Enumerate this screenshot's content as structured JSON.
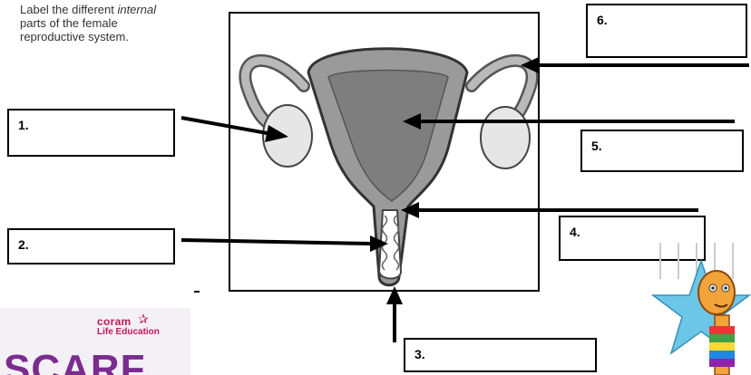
{
  "instructions": {
    "line1_prefix": "Label the different ",
    "line1_emphasis": "internal",
    "line2": "parts of the female",
    "line3": "reproductive system."
  },
  "labels": [
    {
      "id": "1",
      "text": "1."
    },
    {
      "id": "2",
      "text": "2."
    },
    {
      "id": "3",
      "text": "3."
    },
    {
      "id": "4",
      "text": "4."
    },
    {
      "id": "5",
      "text": "5."
    },
    {
      "id": "6",
      "text": "6."
    }
  ],
  "logo": {
    "brand": "coram",
    "subtitle": "Life Education",
    "wordmark": "SCARF"
  },
  "colors": {
    "uterus_fill": "#9a9a9a",
    "uterus_inner": "#7e7e7e",
    "ovary_fill": "#e6e6e6",
    "tube_fill": "#b9b9b9",
    "logo_accent": "#c2185b",
    "logo_wordmark": "#7b2c8f"
  },
  "icons": [
    "coram-star-icon",
    "giraffe-mascot-icon"
  ]
}
